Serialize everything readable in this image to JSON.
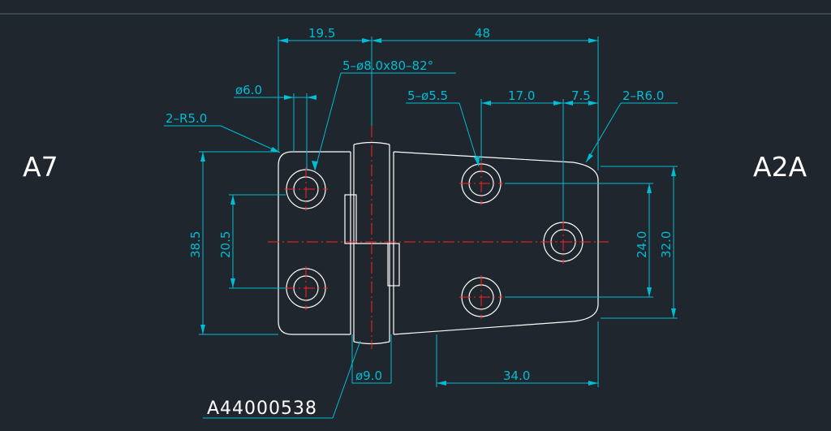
{
  "labels": {
    "left_code": "A7",
    "right_code": "A2A",
    "part_number": "A44000538"
  },
  "dimensions": {
    "top_leaf": "19.5",
    "top_total": "48",
    "countersink": "5–ø8.0x80–82°",
    "hole_dia": "5–ø5.5",
    "pitch": "17.0",
    "offset": "7.5",
    "radius_right": "2–R6.0",
    "pin_head": "ø6.0",
    "radius_left": "2–R5.0",
    "height_left": "38.5",
    "hole_spacing_left": "20.5",
    "hole_spacing_right": "24.0",
    "height_right": "32.0",
    "bottom_width": "34.0",
    "pin_dia": "ø9.0"
  },
  "colors": {
    "background": "#1f262d",
    "outline": "#ffffff",
    "dimension": "#00bcd4",
    "centerline": "#ff2020"
  }
}
